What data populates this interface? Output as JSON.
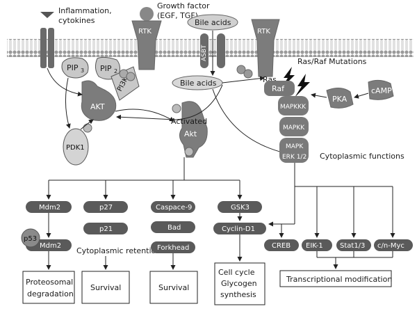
{
  "membrane_labels": {
    "inflammation": "Inflammation,",
    "cytokines": "cytokines",
    "growth_factor": "Growth factor",
    "growth_factor_sub": "(EGF, TGF)",
    "rtk_left": "RTK",
    "rtk_right": "RTK",
    "bile_acids_top": "Bile acids",
    "bile_acids_mid": "Bile acids",
    "asbt": "ASBT",
    "pip3": "PIP",
    "pip3_sub": "3",
    "pip2": "PIP",
    "pip2_sub": "2",
    "pi3k": "PI3K",
    "ras": "Ras",
    "ras_raf_mutations": "Ras/Raf Mutations"
  },
  "cytoplasm_labels": {
    "akt": "AKT",
    "pdk1": "PDK1",
    "activated": "Activated",
    "activated_akt": "Akt",
    "raf": "Raf",
    "mapkkk": "MAPKKK",
    "mapkk": "MAPKK",
    "mapk": "MAPK",
    "erk": "ERK 1/2",
    "pka": "PKA",
    "camp": "cAMP",
    "cytoplasmic_functions": "Cytoplasmic functions"
  },
  "targets": {
    "mdm2_a": "Mdm2",
    "p53": "p53",
    "mdm2_b": "Mdm2",
    "p27": "p27",
    "p21": "p21",
    "cytoplasmic_retention": "Cytoplasmic retention",
    "caspace9": "Caspace-9",
    "bad": "Bad",
    "forkhead": "Forkhead",
    "gsk3": "GSK3",
    "cyclin_d1": "Cyclin-D1",
    "creb": "CREB",
    "eik1": "EIK-1",
    "stat": "Stat1/3",
    "myc": "c/n-Myc"
  },
  "outcomes": {
    "proteosomal_1": "Proteosomal",
    "proteosomal_2": "degradation",
    "survival_a": "Survival",
    "survival_b": "Survival",
    "cellcycle_1": "Cell cycle",
    "cellcycle_2": "Glycogen",
    "cellcycle_3": "synthesis",
    "transcriptional": "Transcriptional modification"
  }
}
